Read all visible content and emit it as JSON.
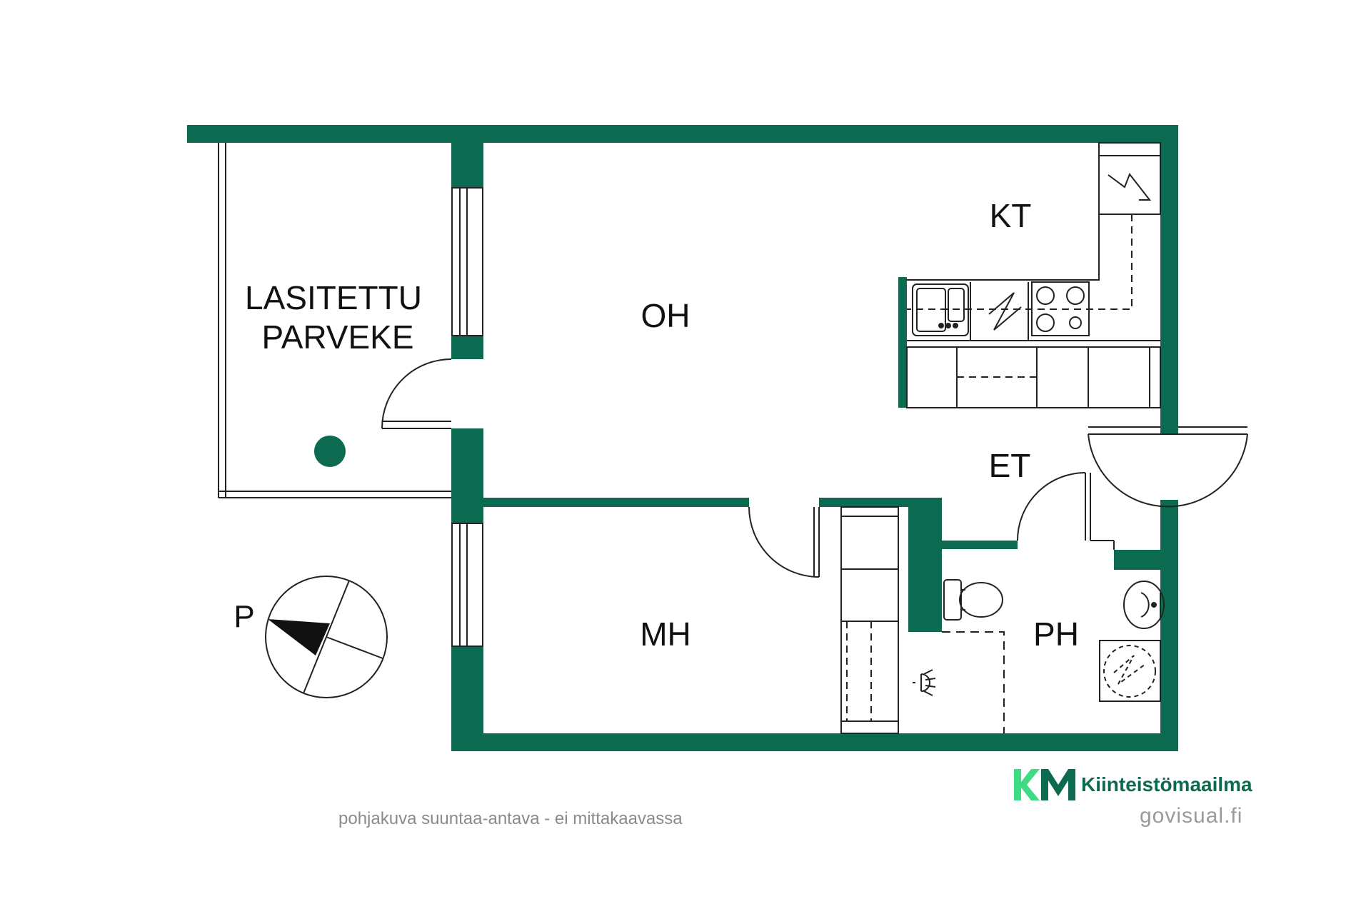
{
  "rooms": {
    "balcony_line1": "LASITETTU",
    "balcony_line2": "PARVEKE",
    "living_room": "OH",
    "kitchen": "KT",
    "entrance": "ET",
    "bedroom": "MH",
    "bathroom": "PH"
  },
  "compass": {
    "label": "P"
  },
  "footer": {
    "disclaimer": "pohjakuva suuntaa-antava - ei mittakaavassa",
    "brand_name": "Kiinteistömaailma",
    "credit": "govisual.fi"
  },
  "colors": {
    "wall": "#0b6a50",
    "line": "#222222",
    "brand_green": "#0b6a50",
    "brand_light": "#3ddc84"
  }
}
